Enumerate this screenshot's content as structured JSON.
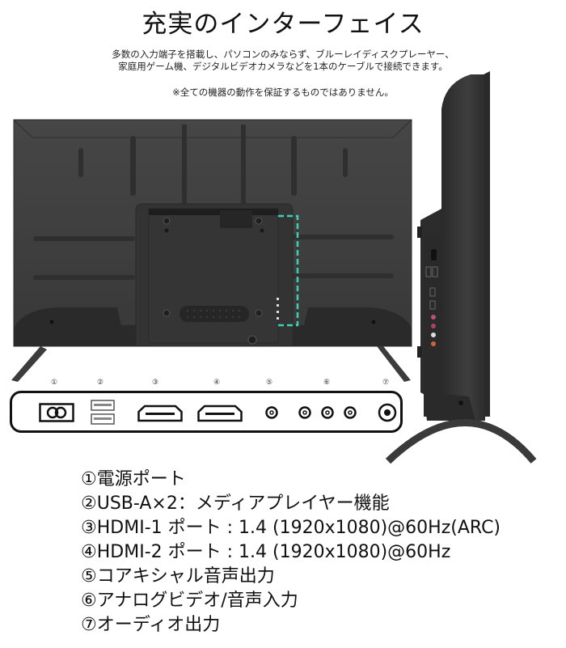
{
  "header": {
    "title": "充実のインターフェイス",
    "description_line1": "多数の入力端子を搭載し、パソコンのみならず、ブルーレイディスクプレーヤー、",
    "description_line2": "家庭用ゲーム機、デジタルビデオカメラなどを1本のケーブルで接続できます。",
    "note": "※全ての機器の動作を保証するものではありません。"
  },
  "colors": {
    "tv_body": "#3a3a3a",
    "tv_dark": "#2a2a2a",
    "highlight_dashed": "#3fd0b8",
    "text": "#111111"
  },
  "port_diagram": {
    "numbers": [
      "①",
      "②",
      "③",
      "④",
      "⑤",
      "⑥",
      "⑦"
    ],
    "ports": [
      {
        "id": 1,
        "icon": "power-port-icon"
      },
      {
        "id": 2,
        "icon": "usb-a-port-icon",
        "count": 2
      },
      {
        "id": 3,
        "icon": "hdmi-port-icon"
      },
      {
        "id": 4,
        "icon": "hdmi-port-icon"
      },
      {
        "id": 5,
        "icon": "coaxial-port-icon"
      },
      {
        "id": 6,
        "icon": "rca-port-icon",
        "count": 3
      },
      {
        "id": 7,
        "icon": "audio-out-port-icon"
      }
    ]
  },
  "specs": [
    {
      "num": "①",
      "text": "電源ポート"
    },
    {
      "num": "②",
      "text": "USB-A×2：メディアプレイヤー機能"
    },
    {
      "num": "③",
      "text": "HDMI-1 ポート : 1.4 (1920x1080)@60Hz(ARC)"
    },
    {
      "num": "④",
      "text": "HDMI-2 ポート : 1.4 (1920x1080)@60Hz"
    },
    {
      "num": "⑤",
      "text": "コアキシャル音声出力"
    },
    {
      "num": "⑥",
      "text": "アナログビデオ/音声入力"
    },
    {
      "num": "⑦",
      "text": "オーディオ出力"
    }
  ]
}
